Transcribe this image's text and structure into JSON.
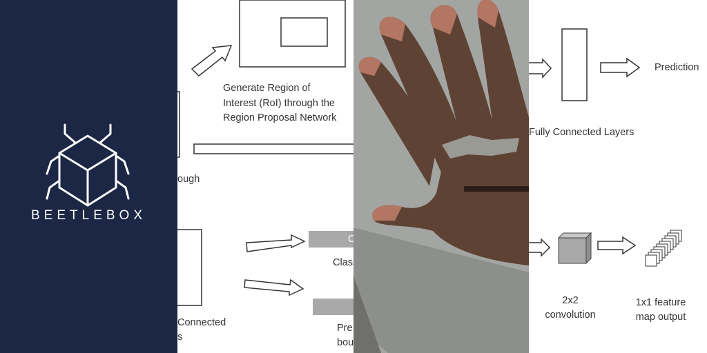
{
  "logo": {
    "brand_name": "BEETLEBOX",
    "icon": "beetle-cube-icon",
    "colors": {
      "background": "#1b2744",
      "foreground": "#ffffff"
    }
  },
  "diagram_left": {
    "roi_caption_line1": "Generate Region of",
    "roi_caption_line2": "Interest (RoI) through the",
    "roi_caption_line3": "Region Proposal Network",
    "fragment_ough": "ough",
    "fc_fragment": "Connected",
    "fc_fragment2": "s",
    "class_fragment": "Class",
    "class_box_letter": "C",
    "pred_fragment": "Pre",
    "bound_fragment": "bou"
  },
  "diagram_right": {
    "prediction_label": "Prediction",
    "fc_label": "Fully Connected Layers",
    "conv_label_line1": "2x2",
    "conv_label_line2": "convolution",
    "output_label_line1": "1x1 feature",
    "output_label_line2": "map output"
  }
}
